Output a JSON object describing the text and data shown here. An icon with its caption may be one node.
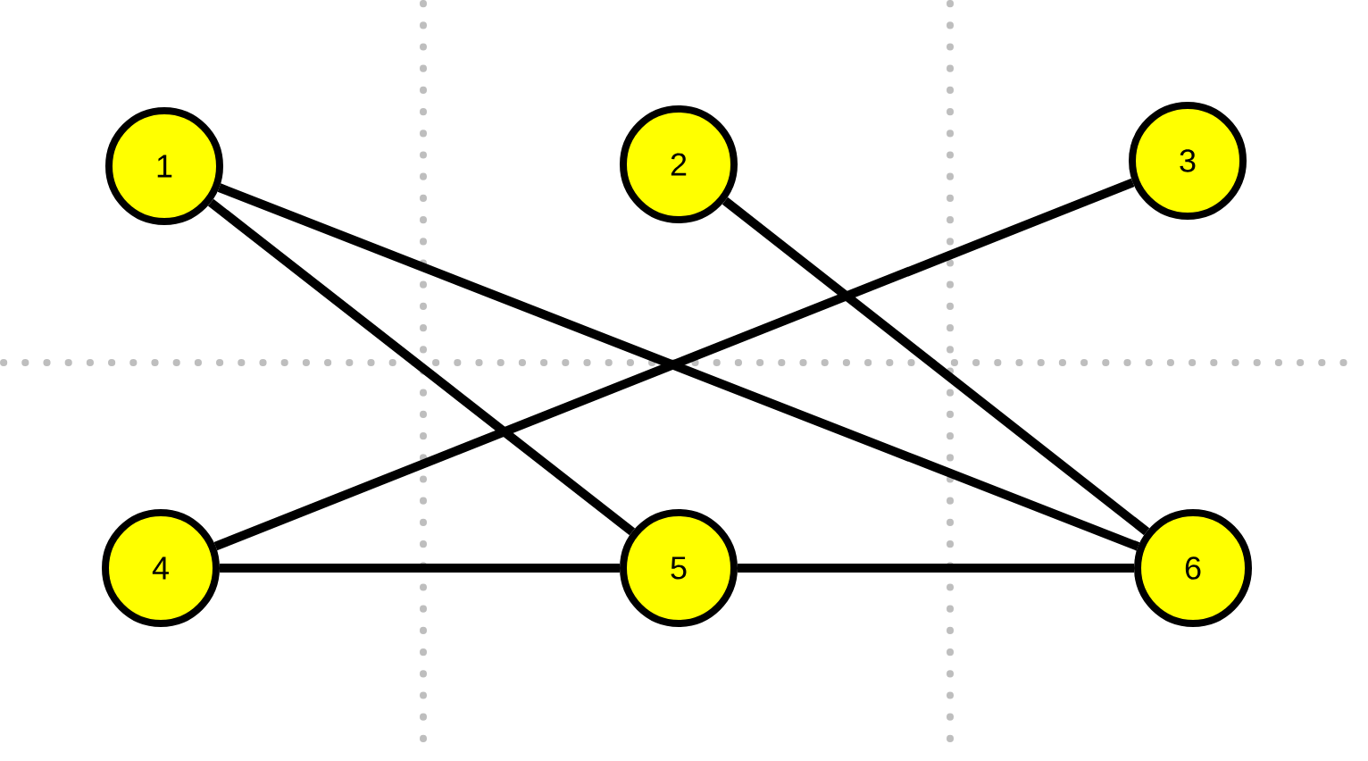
{
  "diagram": {
    "nodes": [
      {
        "text": [
          "1"
        ]
      },
      {
        "text": [
          "2"
        ]
      },
      {
        "text": [
          "3"
        ]
      },
      {
        "text": [
          "4"
        ]
      },
      {
        "text": [
          "5"
        ]
      },
      {
        "text": [
          "6"
        ]
      }
    ],
    "edges": [
      {
        "from": 0,
        "to": 5,
        "arrow": "none"
      },
      {
        "from": 0,
        "to": 4,
        "arrow": "none"
      },
      {
        "from": 1,
        "to": 5,
        "arrow": "none"
      },
      {
        "from": 2,
        "to": 3,
        "arrow": "none"
      },
      {
        "from": 3,
        "to": 4,
        "arrow": "none"
      },
      {
        "from": 4,
        "to": 5,
        "arrow": "none"
      }
    ]
  }
}
